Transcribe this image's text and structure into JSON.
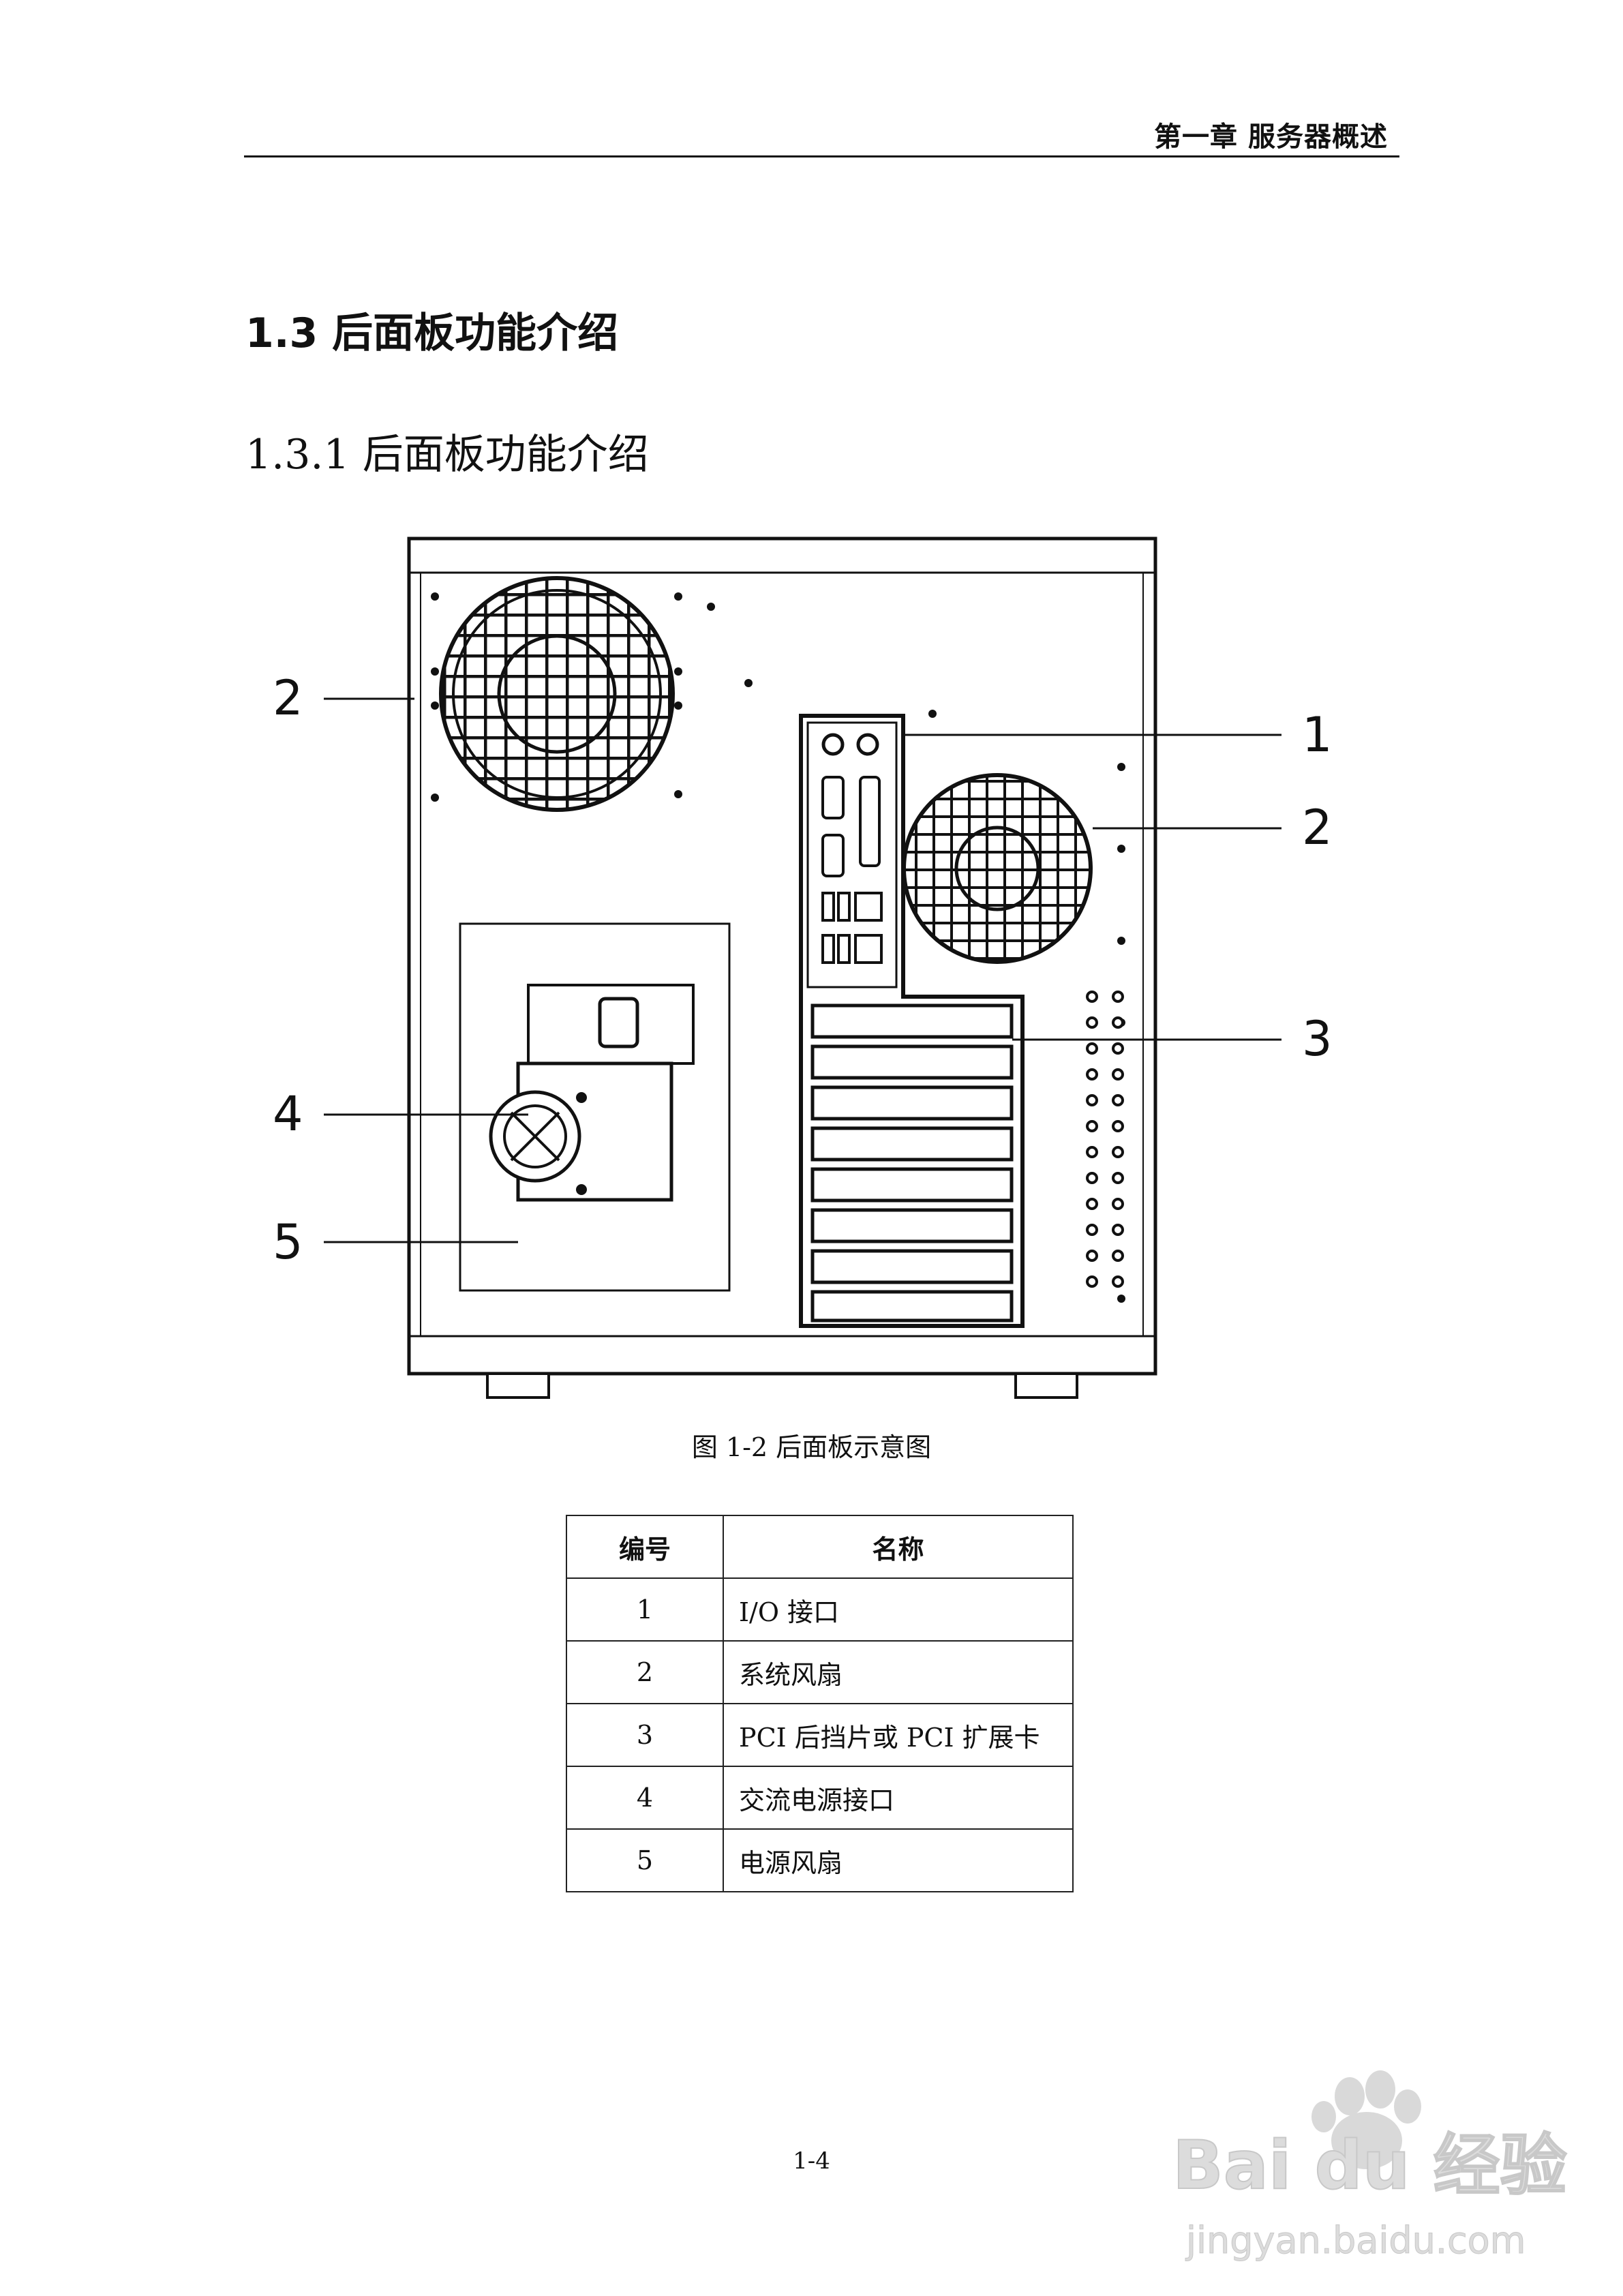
{
  "header": {
    "chapter": "第一章  服务器概述"
  },
  "headings": {
    "section": "1.3  后面板功能介绍",
    "subsection": "1.3.1 后面板功能介绍"
  },
  "figure": {
    "callouts": [
      "2",
      "1",
      "2",
      "3",
      "4",
      "5"
    ],
    "caption": "图 1-2 后面板示意图"
  },
  "table": {
    "headers": [
      "编号",
      "名称"
    ],
    "rows": [
      {
        "num": "1",
        "name": "I/O 接口"
      },
      {
        "num": "2",
        "name": "系统风扇"
      },
      {
        "num": "3",
        "name": "PCI 后挡片或 PCI 扩展卡"
      },
      {
        "num": "4",
        "name": "交流电源接口"
      },
      {
        "num": "5",
        "name": "电源风扇"
      }
    ]
  },
  "page_number": "1-4",
  "watermark": {
    "brand": "Bai du 经验",
    "url": "jingyan.baidu.com"
  }
}
